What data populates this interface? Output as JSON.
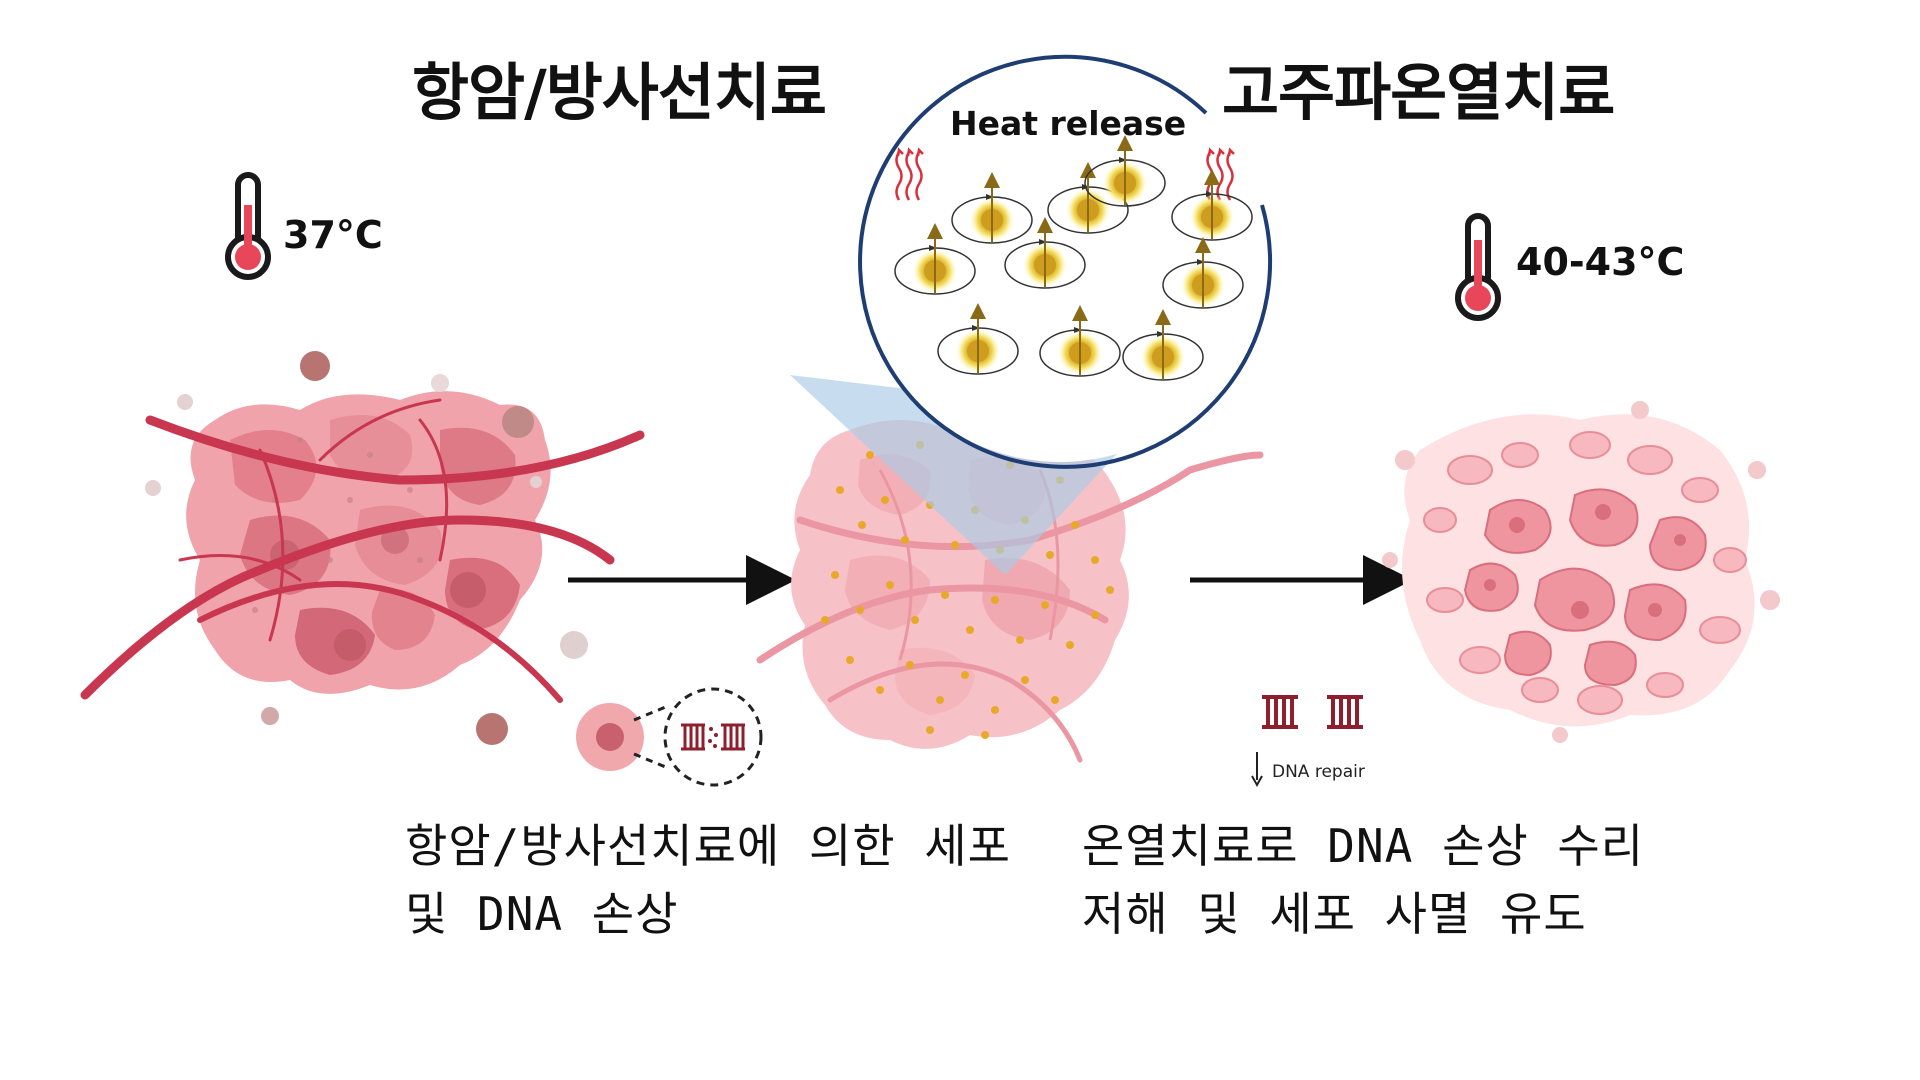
{
  "titles": {
    "left": "항암/방사선치료",
    "right": "고주파온열치료"
  },
  "temperatures": {
    "left": "37°C",
    "right": "40-43°C"
  },
  "zoom": {
    "label": "Heat release"
  },
  "dna_repair_label": "DNA repair",
  "captions": {
    "left_line1": "항암/방사선치료에 의한 세포",
    "left_line2": "및 DNA 손상",
    "right_line1": "온열치료로 DNA 손상 수리",
    "right_line2": "저해 및 세포 사멸 유도"
  },
  "colors": {
    "tissue_dark": "#e07a86",
    "tissue_mid": "#ee9aa3",
    "tissue_light": "#f7c6cb",
    "vessel": "#c8374f",
    "nanoparticle": "#e8a92a",
    "arrow": "#111111",
    "zoom_cone": "#a9cbe6",
    "zoom_border": "#1e3e73"
  },
  "icons": [
    "thermometer-icon",
    "heat-wave-icon",
    "spin-arrow-icon",
    "dna-icon",
    "down-arrow-icon"
  ]
}
